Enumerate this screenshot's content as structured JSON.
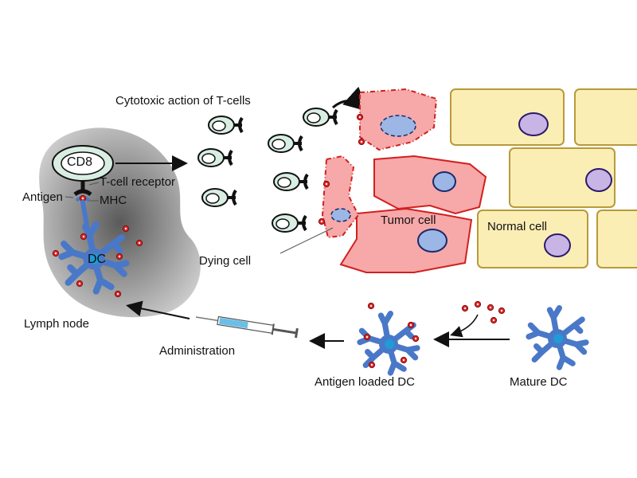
{
  "labels": {
    "cd8": "CD8",
    "t_cell_receptor": "T-cell receptor",
    "antigen": "Antigen",
    "mhc": "MHC",
    "dc": "DC",
    "lymph_node": "Lymph node",
    "cytotoxic": "Cytotoxic action of T-cells",
    "dying_cell": "Dying cell",
    "tumor_cell": "Tumor cell",
    "normal_cell": "Normal cell",
    "administration": "Administration",
    "antigen_loaded_dc": "Antigen loaded DC",
    "mature_dc": "Mature DC"
  },
  "colors": {
    "lymph_node": "#a9a9a9",
    "t_cell": "#d9eee3",
    "dendritic_cell": "#4a78c8",
    "tumor_cell": "#f7a8a8",
    "tumor_border": "#d02020",
    "normal_cell": "#fbeeb5",
    "normal_border": "#b89a3a",
    "nucleus_normal": "#c9b4e6",
    "nucleus_tumor": "#9cb6e6",
    "antigen": "#e02424"
  }
}
